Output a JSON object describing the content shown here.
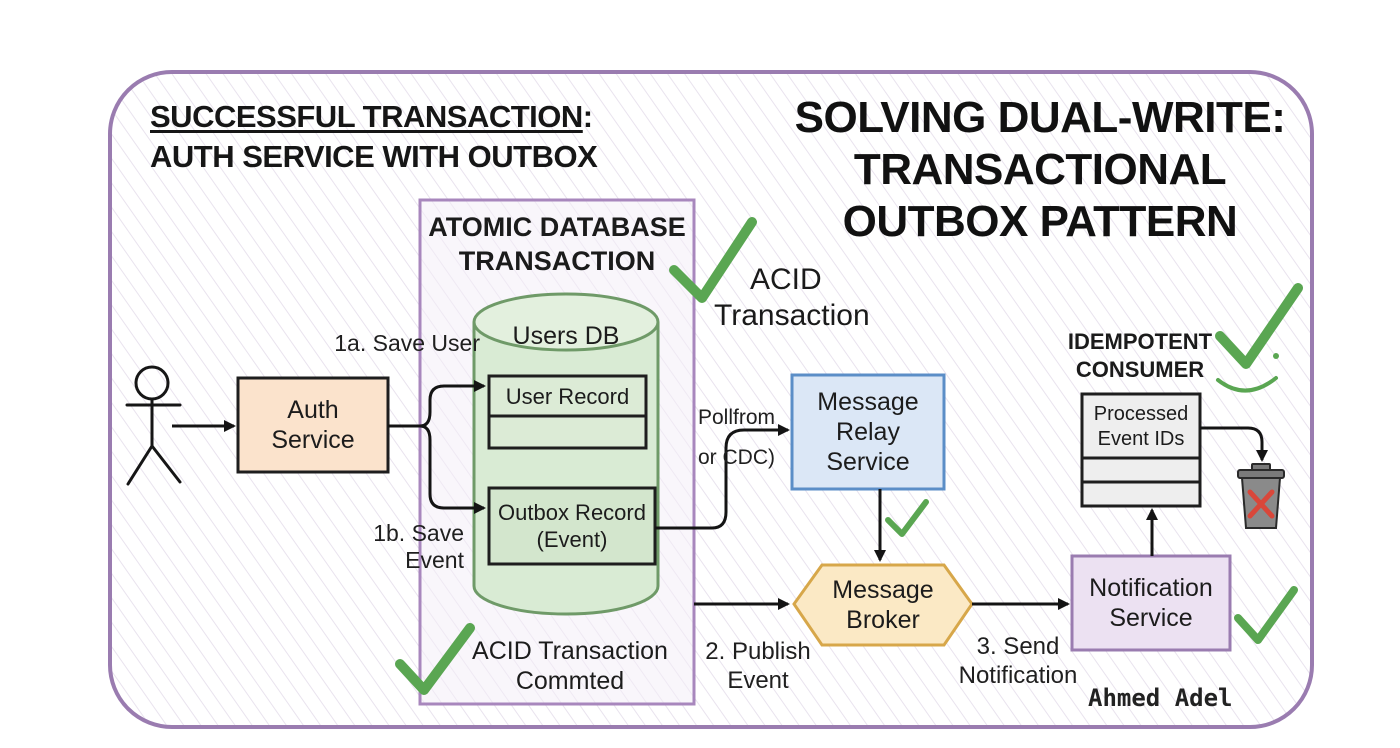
{
  "title_left": {
    "line1_underlined": "SUCCESSFUL TRANSACTION",
    "line1_suffix": ":",
    "line2": "AUTH SERVICE WITH OUTBOX"
  },
  "title_right": {
    "line1": "SOLVING DUAL-WRITE:",
    "line2": "TRANSACTIONAL",
    "line3": "OUTBOX PATTERN"
  },
  "atomic": {
    "line1": "ATOMIC DATABASE",
    "line2": "TRANSACTION"
  },
  "acid_note": {
    "line1": "ACID",
    "line2": "Transaction"
  },
  "users_db": "Users DB",
  "user_record": "User Record",
  "outbox_record": {
    "line1": "Outbox Record",
    "line2": "(Event)"
  },
  "auth_service": {
    "line1": "Auth",
    "line2": "Service"
  },
  "step_1a": "1a. Save User",
  "step_1b": {
    "line1": "1b. Save",
    "line2": "Event"
  },
  "poll": {
    "line1": "Pollfrom",
    "line2": "or CDC)"
  },
  "relay": {
    "line1": "Message",
    "line2": "Relay",
    "line3": "Service"
  },
  "broker": {
    "line1": "Message",
    "line2": "Broker"
  },
  "step_2": {
    "line1": "2. Publish",
    "line2": "Event"
  },
  "step_3": {
    "line1": "3. Send",
    "line2": "Notification"
  },
  "notification": {
    "line1": "Notification",
    "line2": "Service"
  },
  "idempotent": {
    "line1": "IDEMPOTENT",
    "line2": "CONSUMER"
  },
  "processed": {
    "line1": "Processed",
    "line2": "Event IDs"
  },
  "committed": {
    "line1": "ACID Transaction",
    "line2": "Commted"
  },
  "signature": "Ahmed Adel",
  "icons": [
    "user-stick-figure-icon",
    "check-icon",
    "trash-bin-icon",
    "smile-icon"
  ],
  "colors": {
    "frame": "#9a7cb0",
    "frame_fill": "#f8f5fa",
    "atomic_box": "#a887bd",
    "auth_fill": "#fbe3cc",
    "auth_stroke": "#c9894a",
    "db_fill": "#d9ebd4",
    "db_stroke": "#6f9a68",
    "relay_fill": "#dbe7f6",
    "relay_stroke": "#5b8ec7",
    "broker_fill": "#fbe9c5",
    "broker_stroke": "#d7a74a",
    "notif_fill": "#ece1f2",
    "notif_stroke": "#9a7cb0",
    "check": "#5aa652",
    "trash_x": "#d9473a"
  }
}
